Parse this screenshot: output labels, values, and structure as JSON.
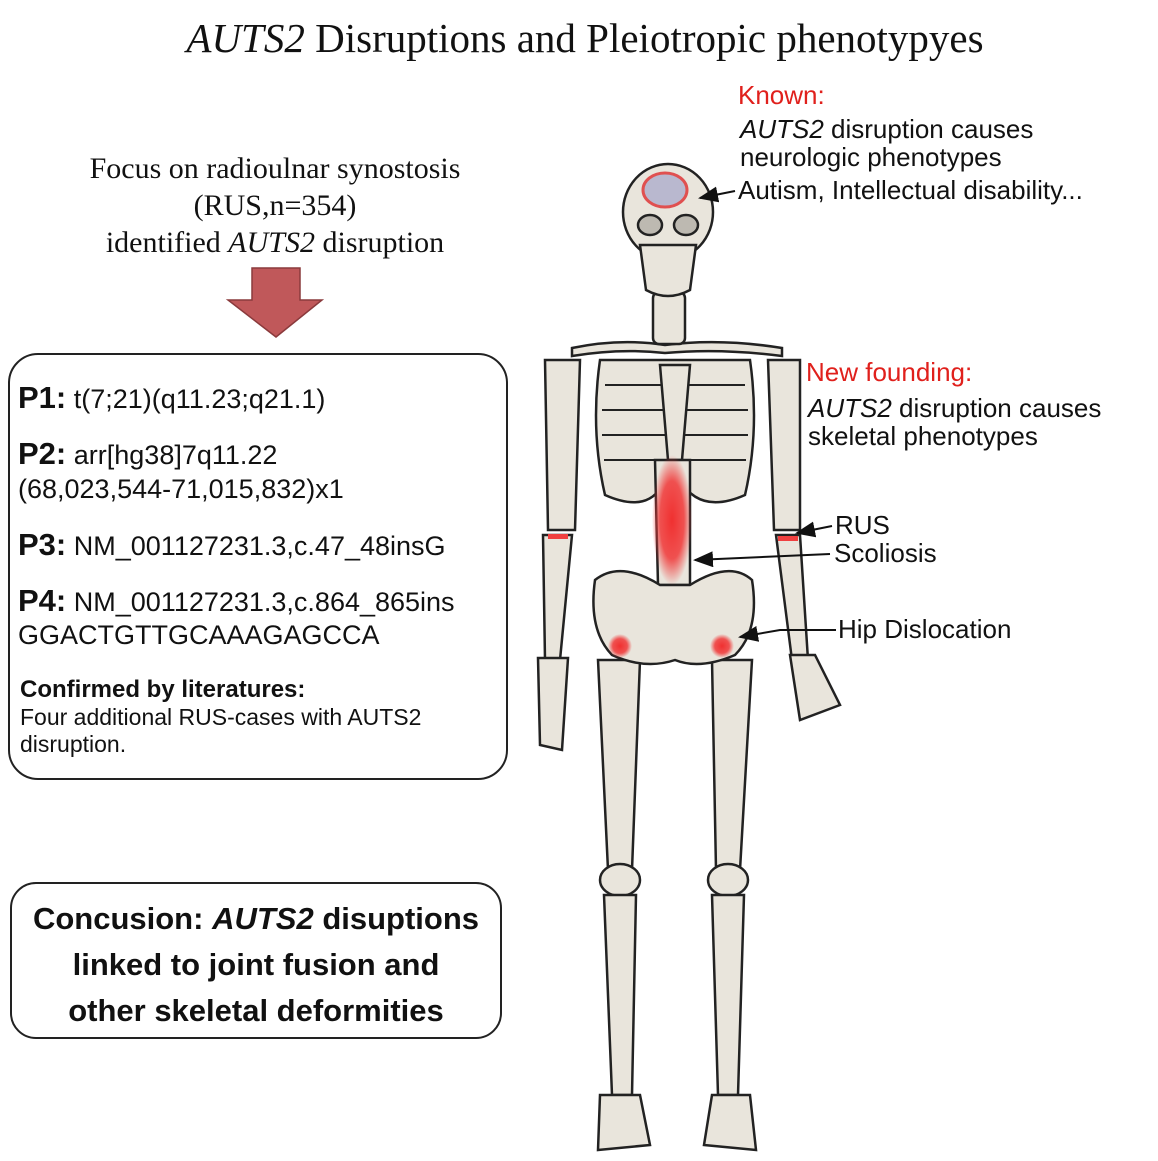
{
  "title": {
    "gene": "AUTS2",
    "rest": " Disruptions and Pleiotropic phenotypyes"
  },
  "focus": {
    "line1": "Focus on radioulnar synostosis",
    "line2": "(RUS,n=354)",
    "line3_pre": "identified ",
    "line3_gene": "AUTS2",
    "line3_post": " disruption"
  },
  "patients": [
    {
      "id": "P1:",
      "text": "t(7;21)(q11.23;q21.1)"
    },
    {
      "id": "P2:",
      "text": "arr[hg38]7q11.22",
      "text2": "(68,023,544-71,015,832)x1"
    },
    {
      "id": "P3:",
      "text": "NM_001127231.3,c.47_48insG"
    },
    {
      "id": "P4:",
      "text": "NM_001127231.3,c.864_865ins",
      "text2": "GGACTGTTGCAAAGAGCCA"
    }
  ],
  "literature": {
    "heading": "Confirmed by literatures:",
    "line1": "Four additional RUS-cases with AUTS2",
    "line2": " disruption."
  },
  "conclusion": {
    "pre": "Concusion: ",
    "gene": "AUTS2",
    "line1_post": " disuptions",
    "line2": "linked to joint fusion and",
    "line3": "other skeletal deformities"
  },
  "known": {
    "label": "Known:",
    "gene": "AUTS2",
    "line1_post": " disruption causes",
    "line2": "neurologic phenotypes",
    "examples": "Autism, Intellectual disability..."
  },
  "new_finding": {
    "label": "New founding:",
    "gene": "AUTS2",
    "line1_post": " disruption causes",
    "line2": "skeletal phenotypes"
  },
  "annotations": {
    "rus": "RUS",
    "scoliosis": "Scoliosis",
    "hip": "Hip Dislocation"
  },
  "colors": {
    "highlight": "#e0201c",
    "arrow": "#c0585a",
    "bone": "#e9e5dc"
  }
}
